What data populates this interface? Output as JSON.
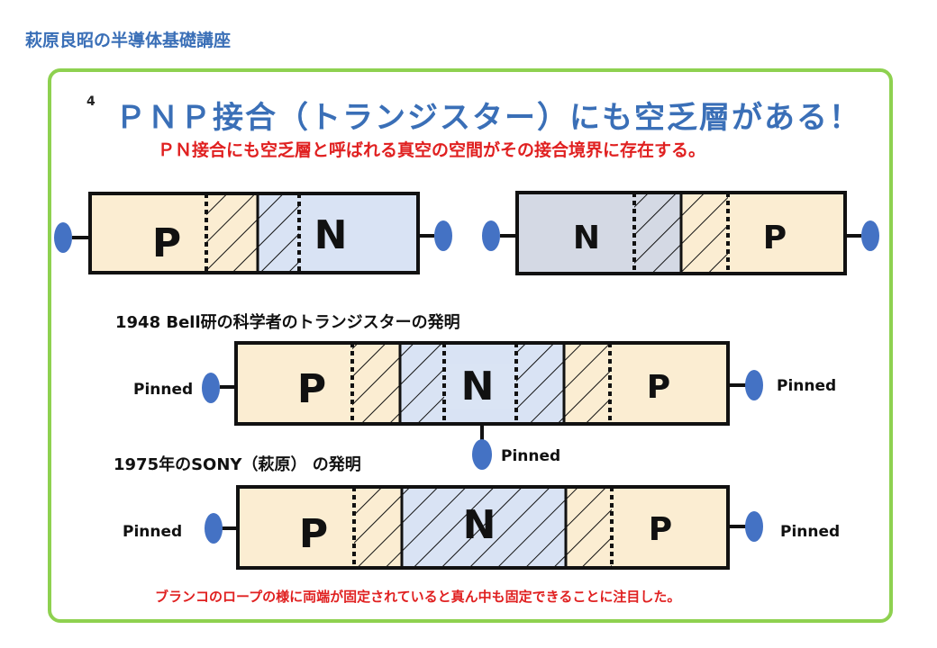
{
  "header": {
    "title": "萩原良昭の半導体基礎講座"
  },
  "slide": {
    "number": "4"
  },
  "title": "ＰＮＰ接合（トランジスター）にも空乏層がある！",
  "subtitle": "ＰＮ接合にも空乏層と呼ばれる真空の空間がその接合境界に存在する。",
  "colors": {
    "p_region": "#fbedd2",
    "n_region_light": "#d9e3f4",
    "n_region_gray": "#d4d9e4",
    "terminal": "#4472c4",
    "title_blue": "#3a6fb7",
    "red_text": "#e02020",
    "frame_green": "#8ed150"
  },
  "diagrams": {
    "pn": {
      "left_label": "P",
      "right_label": "N"
    },
    "np": {
      "left_label": "N",
      "right_label": "P"
    },
    "bell": {
      "caption": "1948 Bell研の科学者のトランジスターの発明",
      "labels": [
        "P",
        "N",
        "P"
      ],
      "pinned_left": "Pinned",
      "pinned_right": "Pinned",
      "pinned_bottom": "Pinned"
    },
    "sony": {
      "caption": "1975年のSONY（萩原） の発明",
      "labels": [
        "P",
        "N",
        "P"
      ],
      "pinned_left": "Pinned",
      "pinned_right": "Pinned"
    }
  },
  "note": "ブランコのロープの様に両端が固定されていると真ん中も固定できることに注目した。"
}
